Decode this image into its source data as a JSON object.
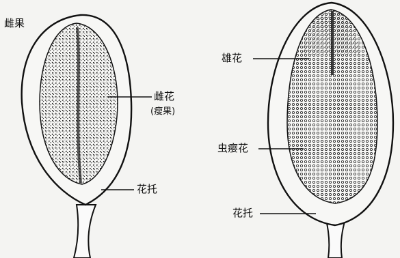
{
  "figure": {
    "left": {
      "title": "雌果",
      "labels": {
        "female_flower": "雌花",
        "achene": "(瘦果)",
        "receptacle": "花托"
      }
    },
    "right": {
      "labels": {
        "male_flower": "雄花",
        "gall_flower": "虫瘿花",
        "receptacle": "花托"
      }
    }
  }
}
